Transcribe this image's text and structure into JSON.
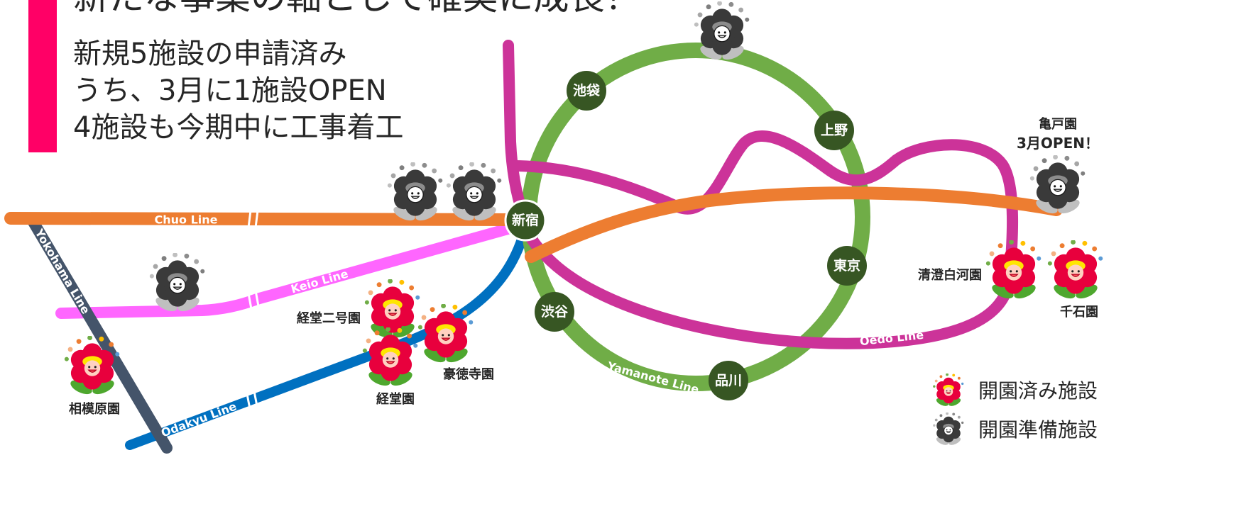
{
  "slide": {
    "title": "新たな事業の軸として確実に成長！",
    "bullets": [
      "新規5施設の申請済み",
      "うち、3月に1施設OPEN",
      "4施設も今期中に工事着工"
    ],
    "accent_color": "#ff0066",
    "text_color": "#262626"
  },
  "lines": {
    "chuo": {
      "label": "Chuo Line",
      "color": "#ed7d31"
    },
    "keio": {
      "label": "Keio Line",
      "color": "#ff66ff"
    },
    "odakyu": {
      "label": "Odakyu Line",
      "color": "#0070c0"
    },
    "yokohama": {
      "label": "Yokohama Line",
      "color": "#44546a"
    },
    "yamanote": {
      "label": "Yamanote Line",
      "color": "#70ad47"
    },
    "oedo": {
      "label": "Oedo Line",
      "color": "#cc3399"
    }
  },
  "stations": {
    "ikebukuro": "池袋",
    "ueno": "上野",
    "tokyo": "東京",
    "shinagawa": "品川",
    "shibuya": "渋谷",
    "shinjuku": "新宿"
  },
  "station_color": "#375623",
  "facilities": {
    "kyodo_nigo": {
      "name": "経堂二号園",
      "icon": "opened-facility-icon"
    },
    "gotokuji": {
      "name": "豪徳寺園",
      "icon": "opened-facility-icon"
    },
    "kyodo": {
      "name": "経堂園",
      "icon": "opened-facility-icon"
    },
    "sagamihara": {
      "name": "相模原園",
      "icon": "opened-facility-icon"
    },
    "kiyosumi_shirakawa": {
      "name": "清澄白河園",
      "icon": "opened-facility-icon"
    },
    "sengoku": {
      "name": "千石園",
      "icon": "opened-facility-icon"
    },
    "kameido": {
      "name": "亀戸園",
      "note": "3月OPEN！",
      "icon": "preparing-facility-icon"
    }
  },
  "unlabeled_facility_icons": [
    "preparing-facility-icon",
    "preparing-facility-icon",
    "preparing-facility-icon",
    "preparing-facility-icon"
  ],
  "legend": {
    "opened": {
      "label": "開園済み施設",
      "icon": "opened-facility-icon"
    },
    "preparing": {
      "label": "開園準備施設",
      "icon": "preparing-facility-icon"
    }
  }
}
